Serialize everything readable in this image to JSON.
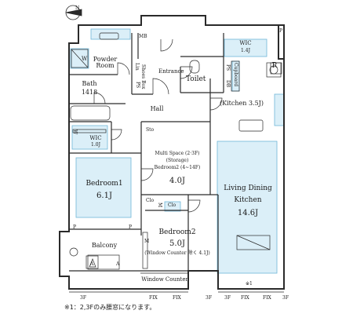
{
  "rooms": {
    "powder_room": "Powder\nRoom",
    "mb": "MB",
    "wic_top": "WIC",
    "wic_top_area": "1.4J",
    "entrance": "Entrance",
    "toilet": "Toilet",
    "bath": "Bath",
    "bath_size": "1418",
    "hall": "Hall",
    "kitchen_label": "(Kitchen 3.5J)",
    "wic_bottom": "WIC",
    "wic_bottom_area": "1.0J",
    "sto": "Sto",
    "multi_space_line1": "Multi Space (2·3F)",
    "multi_space_line2": "(Storage)",
    "multi_space_line3": "Bedroom2 (4~14F)",
    "multi_space_area": "4.0J",
    "bedroom1": "Bedroom1",
    "bedroom1_area": "6.1J",
    "living_line1": "Living Dining",
    "living_line2": "Kitchen",
    "living_area": "14.6J",
    "clo_1": "Clo",
    "clo_2": "Clo",
    "bedroom2": "Bedroom2",
    "bedroom2_area": "5.0J",
    "bedroom2_note": "(Window Counter 除く 4.1J)",
    "balcony": "Balcony",
    "window_counter": "Window Counter",
    "ac_a": "A",
    "ac_m": "M",
    "fridge_r": "R"
  },
  "fixtures": {
    "w": "W",
    "lin": "Lin",
    "shoes_box": "Shoes Box",
    "ps_1": "PS",
    "ps_2": "PS",
    "cupboard": "Cupboard",
    "db": "DB",
    "p_1": "P",
    "p_2": "P",
    "w_small": "W",
    "ac_m2": "M",
    "ac_a2": "A",
    "star_note": "※1",
    "p_r": "P"
  },
  "sash": {
    "b1": "3F",
    "b2": "FIX",
    "b3": "FIX",
    "b4": "3F",
    "b5": "3F",
    "b6": "FIX",
    "b7": "FIX",
    "b8": "3F"
  },
  "footnote": "※1：2,3Fのみ腰窓になります。",
  "compass": "N",
  "colors": {
    "wall": "#2a2a2a",
    "water_area": "#dbeff8",
    "water_line": "#6fb6d8"
  }
}
